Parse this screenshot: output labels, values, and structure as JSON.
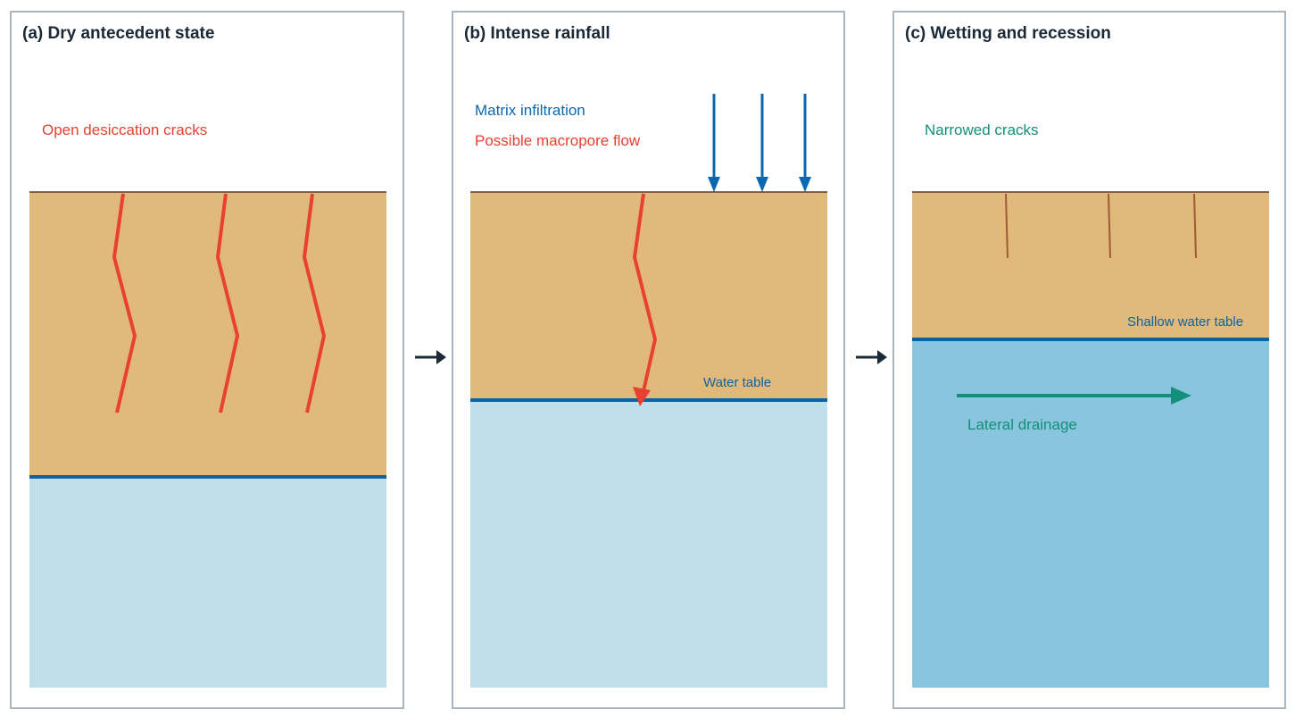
{
  "colors": {
    "soil": "#e0b97b",
    "groundwater": "#bfdfea",
    "groundwater_saturated": "#8ac5de",
    "water_table_line": "#0f62a0",
    "crack_red": "#e8412f",
    "narrow_crack": "#a05a38",
    "rain_arrow": "#0c68ae",
    "teal": "#12907a",
    "panel_border": "#a9b6c2",
    "text_dark": "#1b2836"
  },
  "panels": {
    "a": {
      "title": "(a) Dry antecedent state",
      "crack_label": "Open desiccation cracks"
    },
    "b": {
      "title": "(b) Intense rainfall",
      "infiltration_label": "Matrix infiltration",
      "macropore_label": "Possible macropore flow",
      "water_table_label": "Water table"
    },
    "c": {
      "title": "(c) Wetting and recession",
      "cracks_label": "Narrowed cracks",
      "water_table_label": "Shallow water table",
      "drainage_label": "Lateral drainage"
    }
  },
  "icons": {
    "rain_arrow": "arrow-down",
    "flow_arrow": "arrow-right"
  }
}
